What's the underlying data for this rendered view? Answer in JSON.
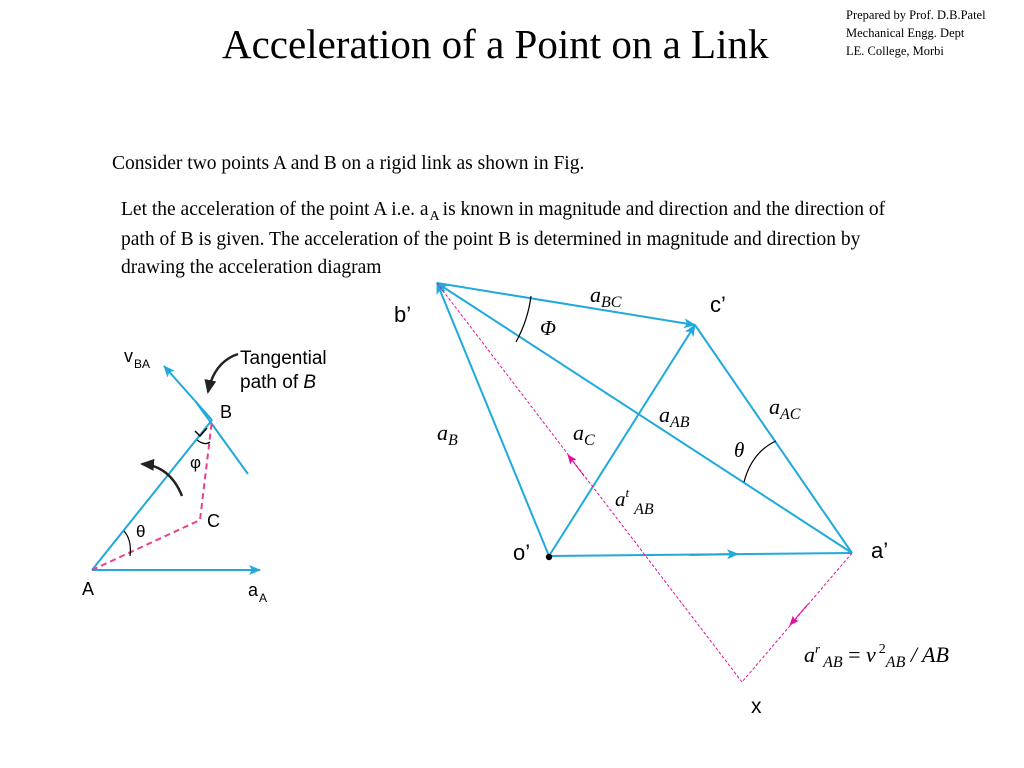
{
  "credit": {
    "line1": "Prepared by Prof. D.B.Patel",
    "line2": "Mechanical Engg. Dept",
    "line3": "LE. College, Morbi"
  },
  "title": "Acceleration of a Point on a Link",
  "intro": "Consider two points A and B on a rigid link as shown in Fig.",
  "paragraph": {
    "part1": "Let the acceleration of the point A i.e. a",
    "sub": "A",
    "part2": "is known in magnitude and direction and the direction of path of B is given. The acceleration of the point B is determined in magnitude and direction by drawing the acceleration diagram"
  },
  "left_figure": {
    "v_label": "v",
    "v_sub": "BA",
    "tangential_line1": "Tangential",
    "tangential_line2": "path of ",
    "tangential_B": "B",
    "B": "B",
    "C": "C",
    "A": "A",
    "phi": "φ",
    "theta": "θ",
    "aA": "a",
    "aA_sub": "A"
  },
  "right_figure": {
    "b_prime": "b’",
    "c_prime": "c’",
    "o_prime": "o’",
    "a_prime": "a’",
    "x": "x",
    "aBC": "a",
    "aBC_sub": "BC",
    "Phi": "Φ",
    "aAC": "a",
    "aAC_sub": "AC",
    "aAB": "a",
    "aAB_sub": "AB",
    "aB": "a",
    "aB_sub": "B",
    "aC": "a",
    "aC_sub": "C",
    "theta": "θ",
    "at": "a",
    "at_sup": "t",
    "at_sub": "AB",
    "formula": {
      "a": "a",
      "r": "r",
      "sub1": "AB",
      "eq": " = ",
      "v": "v",
      "two": "2",
      "sub2": "AB",
      "rest": " / AB"
    }
  },
  "colors": {
    "blue": "#1fa9dc",
    "magenta": "#e0119a",
    "pink": "#e8408f"
  }
}
